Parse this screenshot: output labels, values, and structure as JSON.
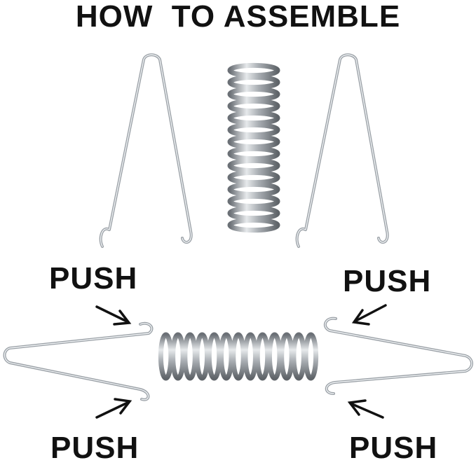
{
  "title": "HOW  TO ASSEMBLE",
  "labels": {
    "push_top_left": "PUSH",
    "push_top_right": "PUSH",
    "push_bottom_left": "PUSH",
    "push_bottom_right": "PUSH"
  },
  "colors": {
    "text": "#111111",
    "wire": "#9aa0a6",
    "wire_highlight": "#eef1f3",
    "spring_dark": "#6b7076",
    "spring_light": "#d9dde0"
  }
}
